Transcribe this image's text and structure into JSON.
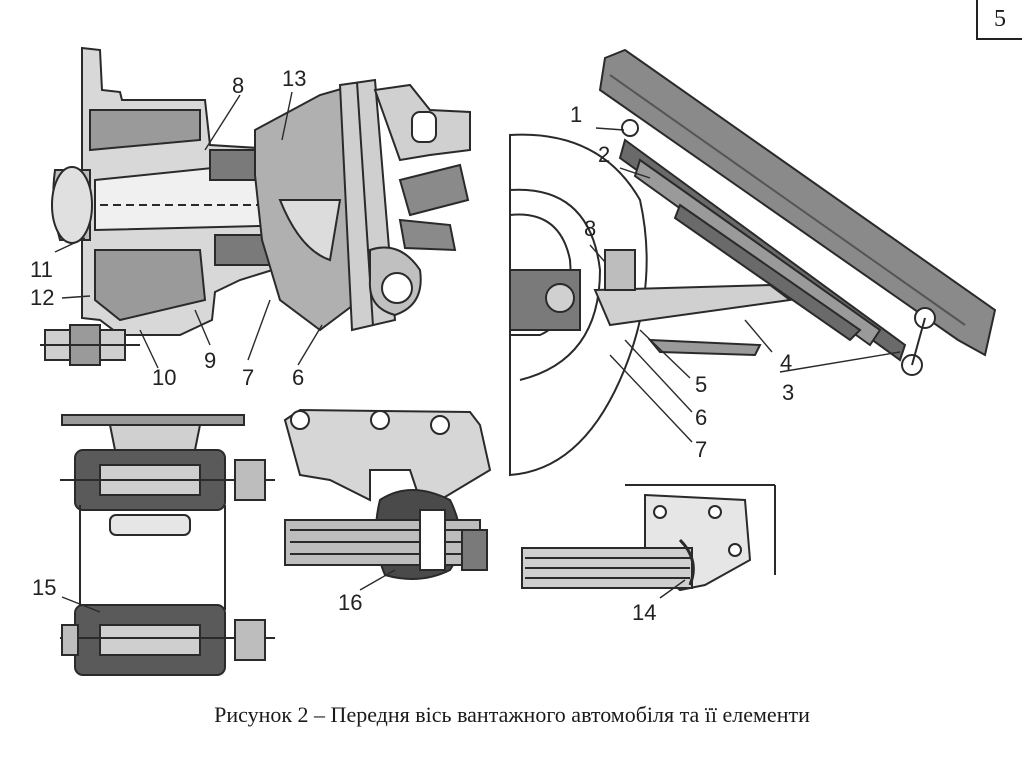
{
  "page_number": "5",
  "caption": "Рисунок 2 – Передня вісь вантажного автомобіля та її елементи",
  "labels": {
    "hub_8": "8",
    "hub_13": "13",
    "hub_11": "11",
    "hub_12": "12",
    "hub_10": "10",
    "hub_9": "9",
    "hub_7": "7",
    "hub_6": "6",
    "spring_1": "1",
    "spring_2": "2",
    "spring_8": "8",
    "spring_4": "4",
    "spring_3": "3",
    "spring_5": "5",
    "spring_6": "6",
    "spring_7": "7",
    "shackle_15": "15",
    "bracket_16": "16",
    "bracket_14": "14"
  },
  "colors": {
    "ink": "#2a2a2a",
    "fill": "#bdbdbd",
    "dark": "#4a4a4a"
  }
}
